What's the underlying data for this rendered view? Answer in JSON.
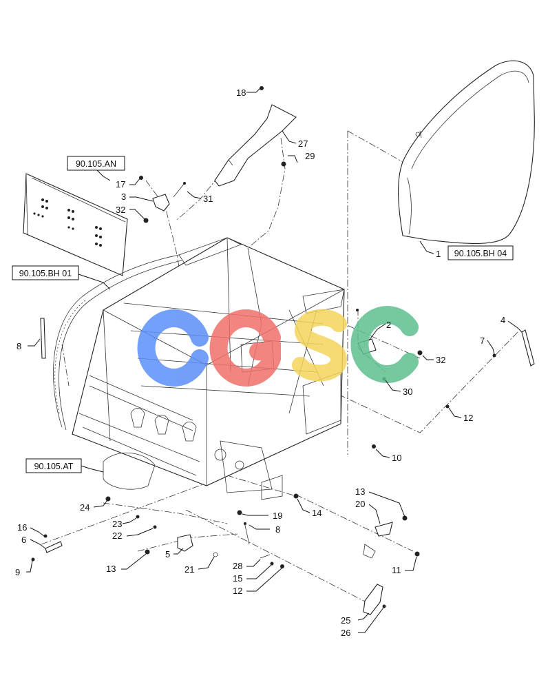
{
  "reference_boxes": [
    {
      "id": "an",
      "text": "90.105.AN"
    },
    {
      "id": "bh01",
      "text": "90.105.BH 01"
    },
    {
      "id": "at",
      "text": "90.105.AT"
    },
    {
      "id": "bh04",
      "text": "90.105.BH 04"
    }
  ],
  "callouts": {
    "c18": "18",
    "c27": "27",
    "c29": "29",
    "c17": "17",
    "c3": "3",
    "c31": "31",
    "c32a": "32",
    "c1": "1",
    "c8a": "8",
    "c2": "2",
    "c32b": "32",
    "c4": "4",
    "c7": "7",
    "c30": "30",
    "c12a": "12",
    "c10": "10",
    "c24": "24",
    "c14": "14",
    "c19": "19",
    "c8b": "8",
    "c13a": "13",
    "c20": "20",
    "c16": "16",
    "c6": "6",
    "c23": "23",
    "c22": "22",
    "c5": "5",
    "c9": "9",
    "c13b": "13",
    "c21": "21",
    "c11": "11",
    "c28": "28",
    "c15": "15",
    "c12b": "12",
    "c25": "25",
    "c26": "26"
  },
  "watermark": {
    "text": "CGSC",
    "colors": [
      "#5b8ff9",
      "#f0706a",
      "#f5d45c",
      "#5fbf8f"
    ]
  }
}
